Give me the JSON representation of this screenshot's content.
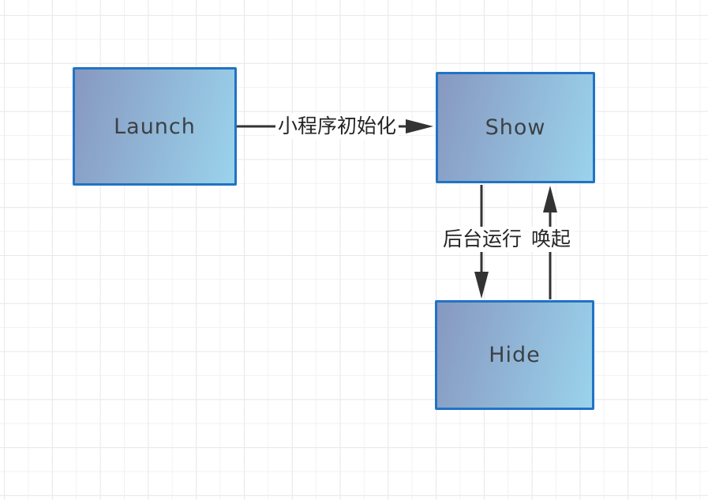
{
  "diagram": {
    "type": "flowchart",
    "subject": "mini-program lifecycle states",
    "nodes": [
      {
        "id": "launch",
        "label": "Launch"
      },
      {
        "id": "show",
        "label": "Show"
      },
      {
        "id": "hide",
        "label": "Hide"
      }
    ],
    "edges": [
      {
        "id": "init",
        "from": "launch",
        "to": "show",
        "label": "小程序初始化",
        "direction": "right"
      },
      {
        "id": "background",
        "from": "show",
        "to": "hide",
        "label": "后台运行",
        "direction": "down"
      },
      {
        "id": "wake",
        "from": "hide",
        "to": "show",
        "label": "唤起",
        "direction": "up"
      }
    ],
    "colors": {
      "background": "#ffffff",
      "grid_minor": "#f2f2f3",
      "grid_major": "#e9e9eb",
      "node_border": "#2173c4",
      "node_fill_start": "#8798c0",
      "node_fill_end": "#9ad3ec",
      "node_text": "#3c4145",
      "arrow": "#333333",
      "edge_text": "#252525"
    }
  }
}
